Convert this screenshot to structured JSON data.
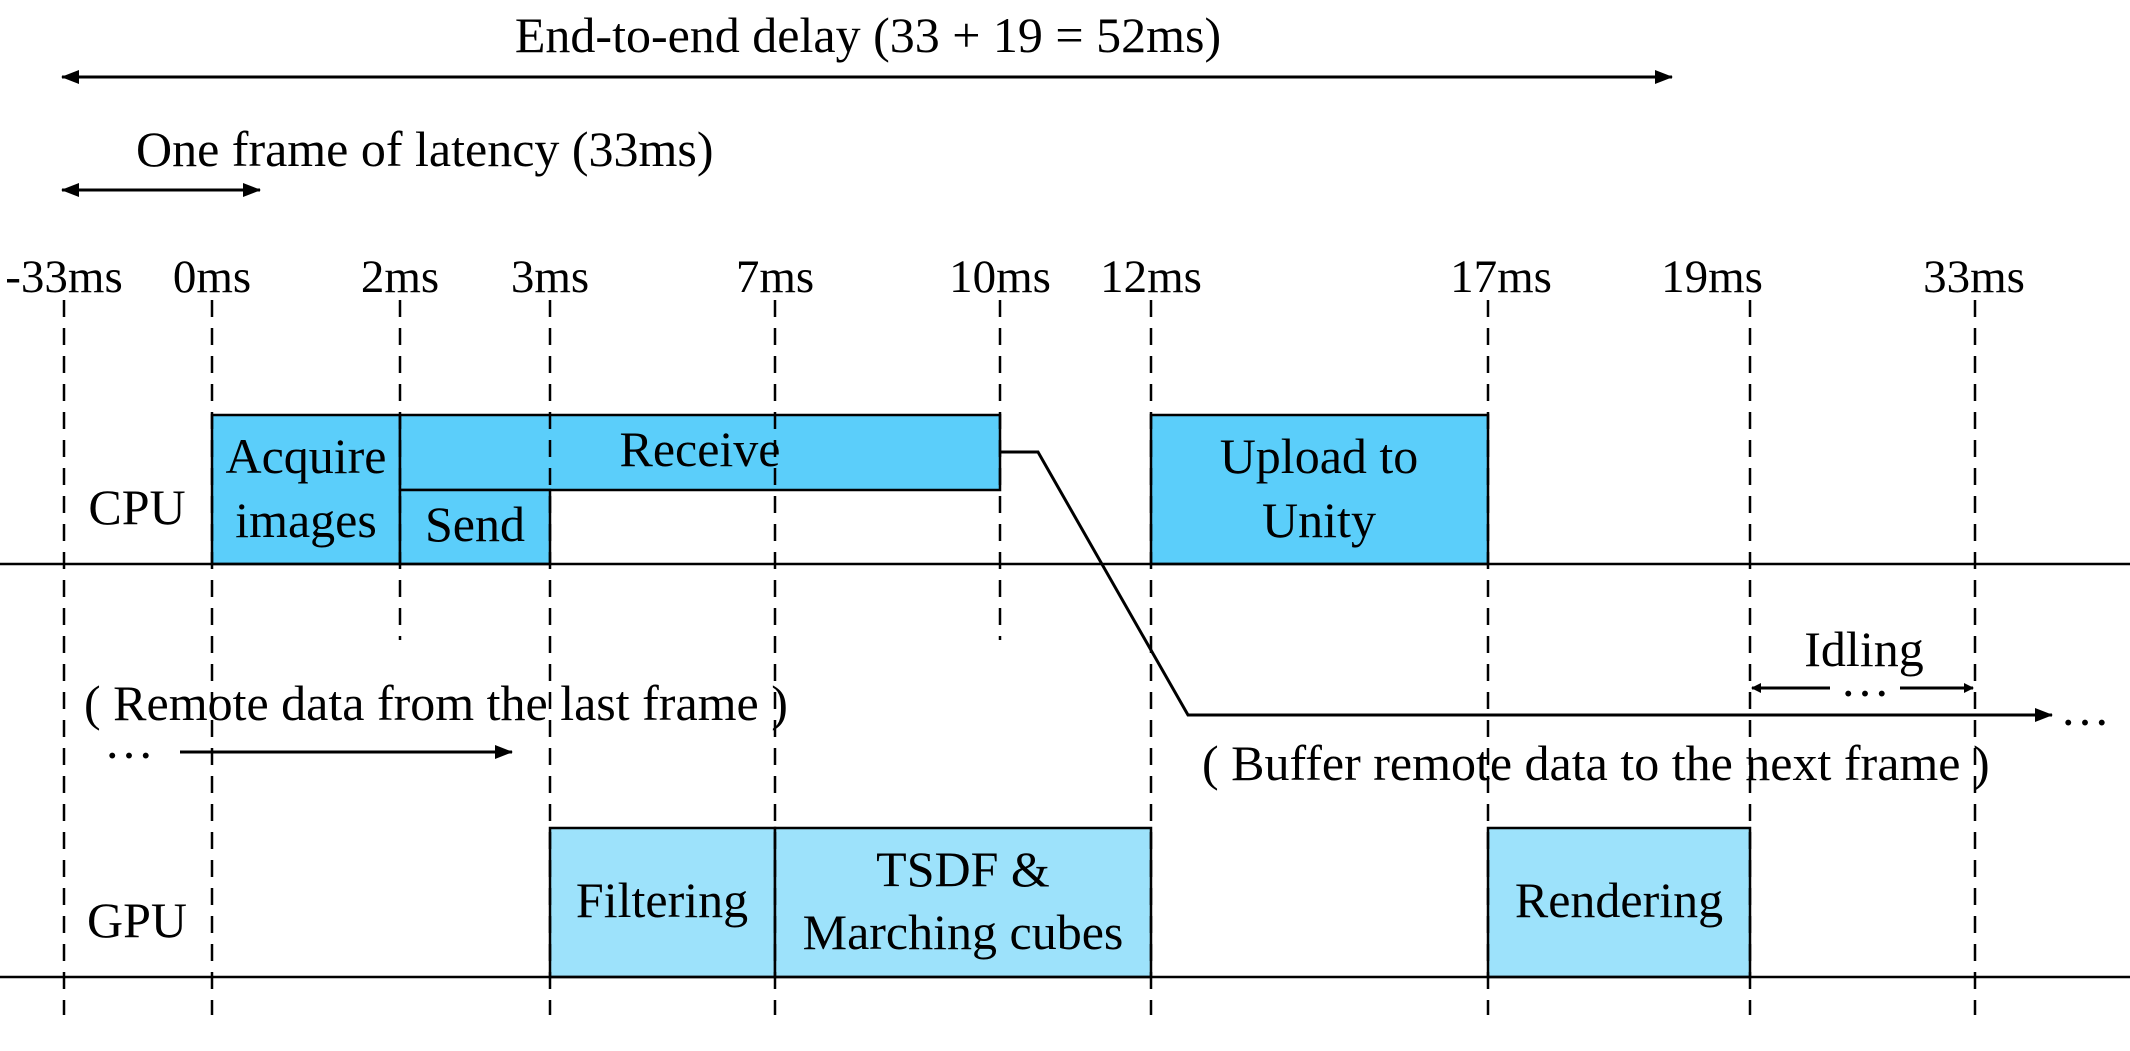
{
  "title_top": "End-to-end delay (33 + 19 = 52ms)",
  "title_frame": "One frame of latency (33ms)",
  "time_ticks": [
    "-33ms",
    "0ms",
    "2ms",
    "3ms",
    "7ms",
    "10ms",
    "12ms",
    "17ms",
    "19ms",
    "33ms"
  ],
  "lanes": {
    "cpu": "CPU",
    "gpu": "GPU"
  },
  "tasks": {
    "acquire_line1": "Acquire",
    "acquire_line2": "images",
    "receive": "Receive",
    "send": "Send",
    "upload_line1": "Upload to",
    "upload_line2": "Unity",
    "filtering": "Filtering",
    "tsdf_line1": "TSDF &",
    "tsdf_line2": "Marching cubes",
    "rendering": "Rendering"
  },
  "annotations": {
    "remote_last": "( Remote data from the last frame )",
    "buffer_next": "( Buffer remote data to the next frame )",
    "idling": "Idling",
    "ellipsis": "…"
  },
  "colors": {
    "cpu_box": "#5bcefa",
    "gpu_box": "#9de2fb",
    "line": "#000000"
  }
}
